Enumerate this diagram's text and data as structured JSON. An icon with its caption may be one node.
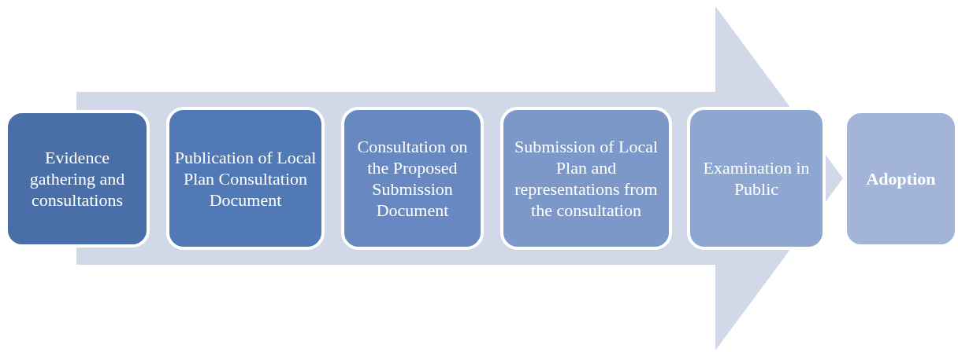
{
  "diagram": {
    "nodes": [
      {
        "text": [
          "Evidence gathering and consultations"
        ]
      },
      {
        "text": [
          "Publication of Local Plan Consultation Document"
        ]
      },
      {
        "text": [
          "Consultation on the Proposed Submission Document"
        ]
      },
      {
        "text": [
          "Submission of Local Plan and representations from the consultation"
        ]
      },
      {
        "text": [
          "Examination in Public"
        ]
      },
      {
        "text": [
          "Adoption"
        ]
      }
    ]
  }
}
